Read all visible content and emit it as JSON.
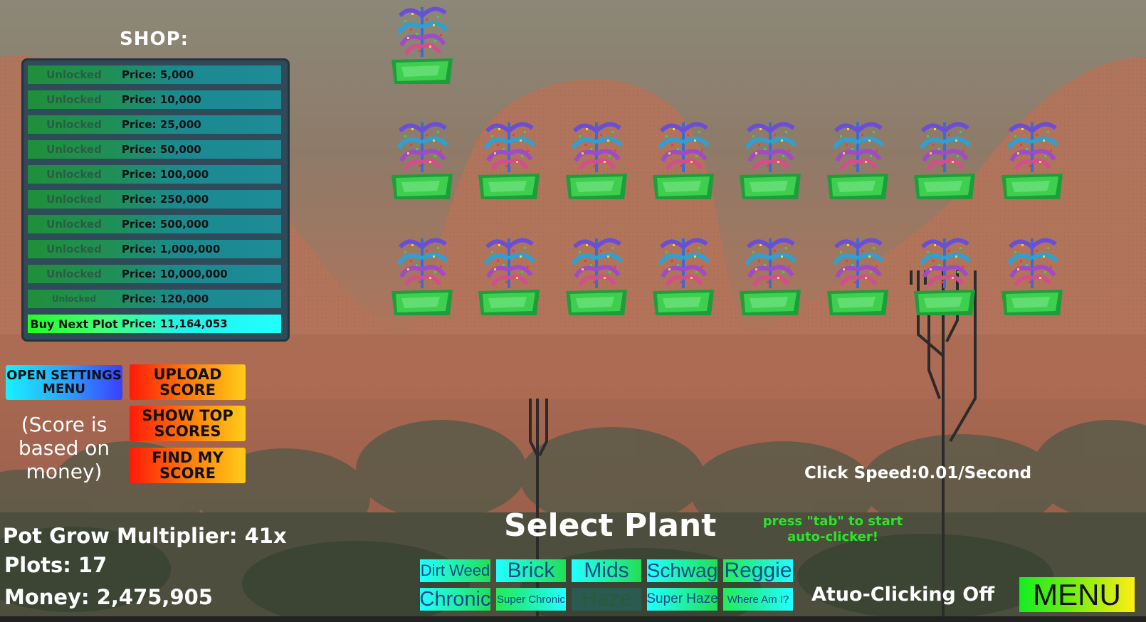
{
  "shop": {
    "title": "SHOP:",
    "rows": [
      {
        "status": "Unlocked",
        "price": "Price: 5,000"
      },
      {
        "status": "Unlocked",
        "price": "Price: 10,000"
      },
      {
        "status": "Unlocked",
        "price": "Price: 25,000"
      },
      {
        "status": "Unlocked",
        "price": "Price: 50,000"
      },
      {
        "status": "Unlocked",
        "price": "Price: 100,000"
      },
      {
        "status": "Unlocked",
        "price": "Price: 250,000"
      },
      {
        "status": "Unlocked",
        "price": "Price: 500,000"
      },
      {
        "status": "Unlocked",
        "price": "Price: 1,000,000"
      },
      {
        "status": "Unlocked",
        "price": "Price: 10,000,000"
      },
      {
        "status": "Unlocked",
        "price": "Price: 120,000"
      }
    ],
    "buy_next": {
      "label": "Buy Next Plot",
      "price": "Price: 11,164,053"
    }
  },
  "buttons": {
    "settings": "OPEN SETTINGS MENU",
    "upload": "UPLOAD SCORE",
    "show_top": "SHOW TOP SCORES",
    "find_my": "FIND MY SCORE",
    "menu": "MENU"
  },
  "score_note": "(Score is based on money)",
  "stats": {
    "multiplier": "Pot Grow Multiplier: 41x",
    "plots": "Plots: 17",
    "money": "Money: 2,475,905"
  },
  "click_speed": "Click Speed:0.01/Second",
  "select_plant": {
    "title": "Select Plant",
    "options": [
      "Dirt Weed",
      "Brick",
      "Mids",
      "Schwag",
      "Reggie",
      "Chronic",
      "Super Chronic",
      "Haze",
      "Super Haze",
      "Where Am I?"
    ]
  },
  "hint": "press \"tab\" to start auto-clicker!",
  "auto_click_status": "Atuo-Clicking Off",
  "plots_grid": {
    "rows": 3,
    "top_row_count": 1,
    "row_count": 8,
    "total": 17
  },
  "colors": {
    "pot_green": "#3fcf4f",
    "menu_start": "#11ee22",
    "hint_green": "#27e827"
  },
  "icons": [
    "pot-icon",
    "plant-sprite-icon"
  ]
}
